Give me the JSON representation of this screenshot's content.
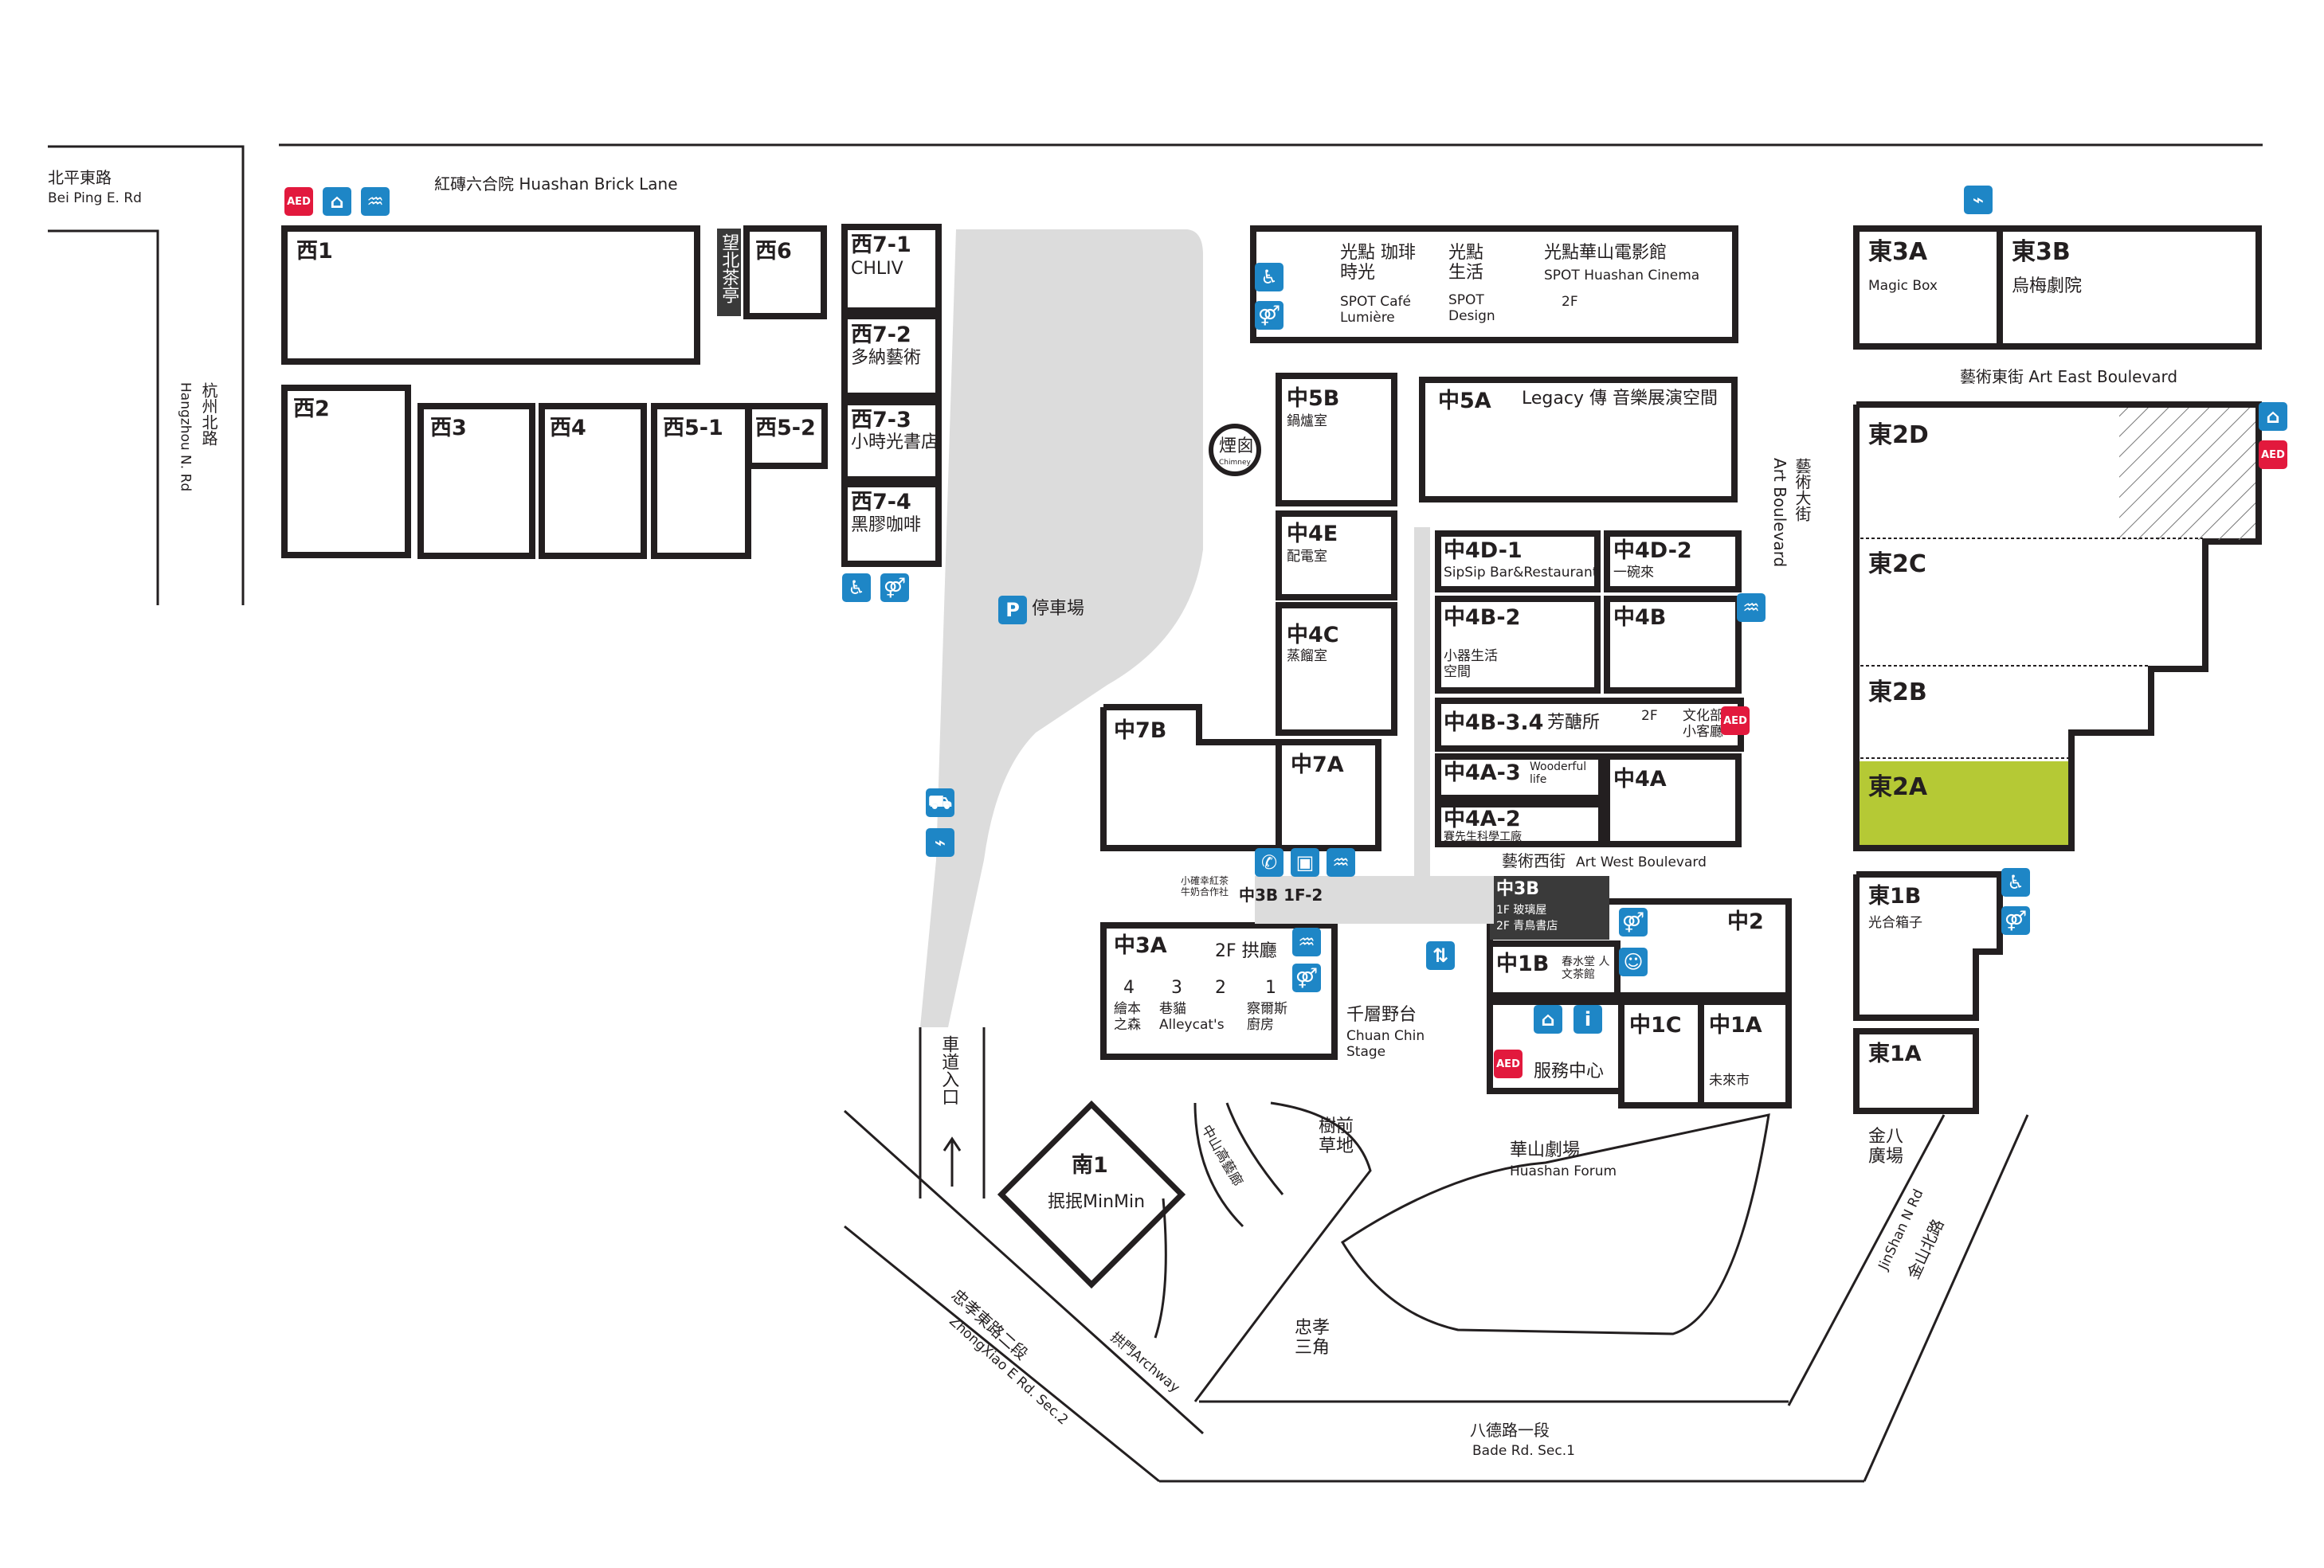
{
  "roads": {
    "beiping_zh": "北平東路",
    "beiping_en": "Bei Ping E. Rd",
    "hangzhou_zh": "杭州北路",
    "hangzhou_en": "Hangzhou N. Rd",
    "brick_lane": "紅磚六合院 Huashan Brick Lane",
    "art_east": "藝術東街 Art East Boulevard",
    "art_blvd_zh": "藝術大街",
    "art_blvd_en": "Art Boulevard",
    "art_west_zh": "藝術西街",
    "art_west_en": "Art West Boulevard",
    "zhongxiao_zh": "忠孝東路二段",
    "zhongxiao_en": "ZhongXiao E Rd. Sec.2",
    "bade_zh": "八德路一段",
    "bade_en": "Bade Rd. Sec.1",
    "jinshan_zh": "金山北路",
    "jinshan_en": "JinShan N Rd",
    "zhongshan_path": "中山高藝廊"
  },
  "west": {
    "w1": "西1",
    "w2": "西2",
    "w3": "西3",
    "w4": "西4",
    "w51": "西5-1",
    "w52": "西5-2",
    "w6": "西6",
    "wangbei": "望北茶亭",
    "w71": "西7-1",
    "w71_name": "CHLIV",
    "w72": "西7-2",
    "w72_name": "多納藝術",
    "w73": "西7-3",
    "w73_name": "小時光書店",
    "w74": "西7-4",
    "w74_name": "黑膠咖啡"
  },
  "parking": {
    "label": "停車場",
    "entrance": "車道入口"
  },
  "central": {
    "spot_cafe_zh": "光點 珈琲時光",
    "spot_cafe_en": "SPOT Café Lumière",
    "spot_design_zh": "光點 生活",
    "spot_design_en": "SPOT Design",
    "spot_cinema_zh": "光點華山電影館",
    "spot_cinema_en": "SPOT Huashan Cinema",
    "floor2": "2F",
    "c5b": "中5B",
    "c5b_name": "鍋爐室",
    "c5a": "中5A",
    "c5a_name": "Legacy 傳 音樂展演空間",
    "chimney_zh": "煙囪",
    "chimney_en": "Chimney",
    "c4e": "中4E",
    "c4e_name": "配電室",
    "c4c": "中4C",
    "c4c_name": "蒸餾室",
    "c4d1": "中4D-1",
    "c4d1_name": "SipSip Bar&Restaurant",
    "c4d2": "中4D-2",
    "c4d2_name": "一碗來",
    "c4b2": "中4B-2",
    "c4b2_name": "小器生活 空間",
    "c4b": "中4B",
    "c4b34": "中4B-3.4",
    "c4b34_name": "芳醣所",
    "culture_lounge": "文化部 小客廳",
    "c4a3": "中4A-3",
    "c4a3_name": "Wooderful life",
    "c4a": "中4A",
    "c4a2": "中4A-2",
    "c4a2_name": "賽先生科學工廠",
    "c7b": "中7B",
    "c7a": "中7A",
    "c3b12": "中3B 1F-2",
    "c3b12_name": "小確幸紅茶 牛奶合作社",
    "c3b": "中3B",
    "c3b_1f": "1F 玻璃屋",
    "c3b_2f": "2F 青鳥書店",
    "c3a": "中3A",
    "c3a_2f": "2F 拱廳",
    "c3a_n4": "4",
    "c3a_n4_name": "繪本 之森",
    "c3a_n3": "3",
    "c3a_n3_name": "巷貓 Alleycat's",
    "c3a_n2": "2",
    "c3a_n1": "1",
    "c3a_n1_name": "察爾斯 廚房",
    "stage_zh": "千層野台",
    "stage_en": "Chuan Chin Stage",
    "c2": "中2",
    "c1b": "中1B",
    "c1b_name": "春水堂 人文茶館",
    "service": "服務中心",
    "c1c": "中1C",
    "c1a": "中1A",
    "c1a_name": "未來市",
    "lawn": "樹前 草地",
    "forum_zh": "華山劇場",
    "forum_en": "Huashan Forum",
    "triangle": "忠孝 三角",
    "archway": "拱門Archway"
  },
  "south": {
    "s1": "南1",
    "s1_name": "抿抿MinMin"
  },
  "east": {
    "e3a": "東3A",
    "e3a_name": "Magic Box",
    "e3b": "東3B",
    "e3b_name": "烏梅劇院",
    "e2d": "東2D",
    "e2c": "東2C",
    "e2b": "東2B",
    "e2a": "東2A",
    "e1b": "東1B",
    "e1b_name": "光合箱子",
    "e1a": "東1A",
    "jinba": "金八 廣場"
  },
  "colors": {
    "accent": "#b5c935",
    "ink": "#231f20",
    "icon_blue": "#1e86c6",
    "aed_red": "#e2193d",
    "road_gray": "#dcdcdc",
    "dark_fill": "#3a3a3a"
  },
  "icons": {
    "parking": "P",
    "aed": "AED",
    "info": "i",
    "ticket": "info-icon",
    "toilet": "toilet-icon",
    "wheelchair": "wheelchair-icon",
    "drink": "drinking-water-icon",
    "smoke": "smoking-icon",
    "phone": "phone-icon",
    "elevator": "elevator-icon"
  }
}
